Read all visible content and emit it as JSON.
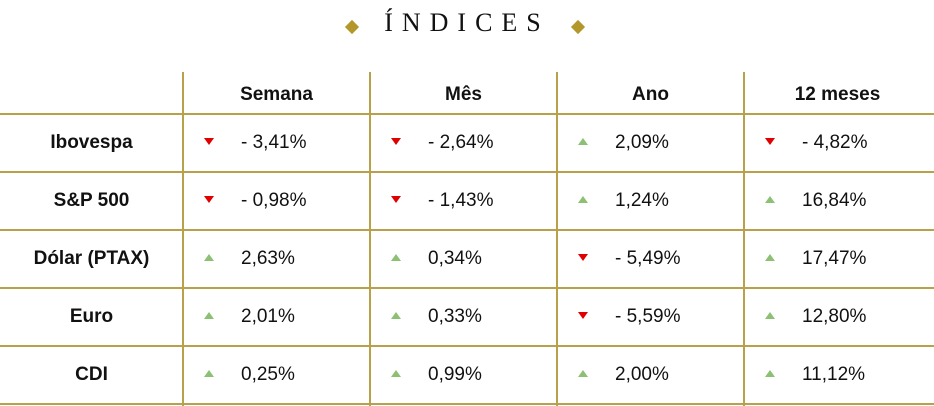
{
  "title": "ÍNDICES",
  "headers": [
    "Semana",
    "Mês",
    "Ano",
    "12 meses"
  ],
  "rows": [
    {
      "label": "Ibovespa",
      "cells": [
        {
          "value": "- 3,41%",
          "trend": "down"
        },
        {
          "value": "- 2,64%",
          "trend": "down"
        },
        {
          "value": "2,09%",
          "trend": "up"
        },
        {
          "value": "- 4,82%",
          "trend": "down"
        }
      ]
    },
    {
      "label": "S&P 500",
      "cells": [
        {
          "value": "- 0,98%",
          "trend": "down"
        },
        {
          "value": "- 1,43%",
          "trend": "down"
        },
        {
          "value": "1,24%",
          "trend": "up"
        },
        {
          "value": "16,84%",
          "trend": "up"
        }
      ]
    },
    {
      "label": "Dólar (PTAX)",
      "cells": [
        {
          "value": "2,63%",
          "trend": "up"
        },
        {
          "value": "0,34%",
          "trend": "up"
        },
        {
          "value": "- 5,49%",
          "trend": "down"
        },
        {
          "value": "17,47%",
          "trend": "up"
        }
      ]
    },
    {
      "label": "Euro",
      "cells": [
        {
          "value": "2,01%",
          "trend": "up"
        },
        {
          "value": "0,33%",
          "trend": "up"
        },
        {
          "value": "- 5,59%",
          "trend": "down"
        },
        {
          "value": "12,80%",
          "trend": "up"
        }
      ]
    },
    {
      "label": "CDI",
      "cells": [
        {
          "value": "0,25%",
          "trend": "up"
        },
        {
          "value": "0,99%",
          "trend": "up"
        },
        {
          "value": "2,00%",
          "trend": "up"
        },
        {
          "value": "11,12%",
          "trend": "up"
        }
      ]
    }
  ],
  "colors": {
    "accent": "#b8a14a",
    "up": "#8cc072",
    "down": "#e00000"
  }
}
